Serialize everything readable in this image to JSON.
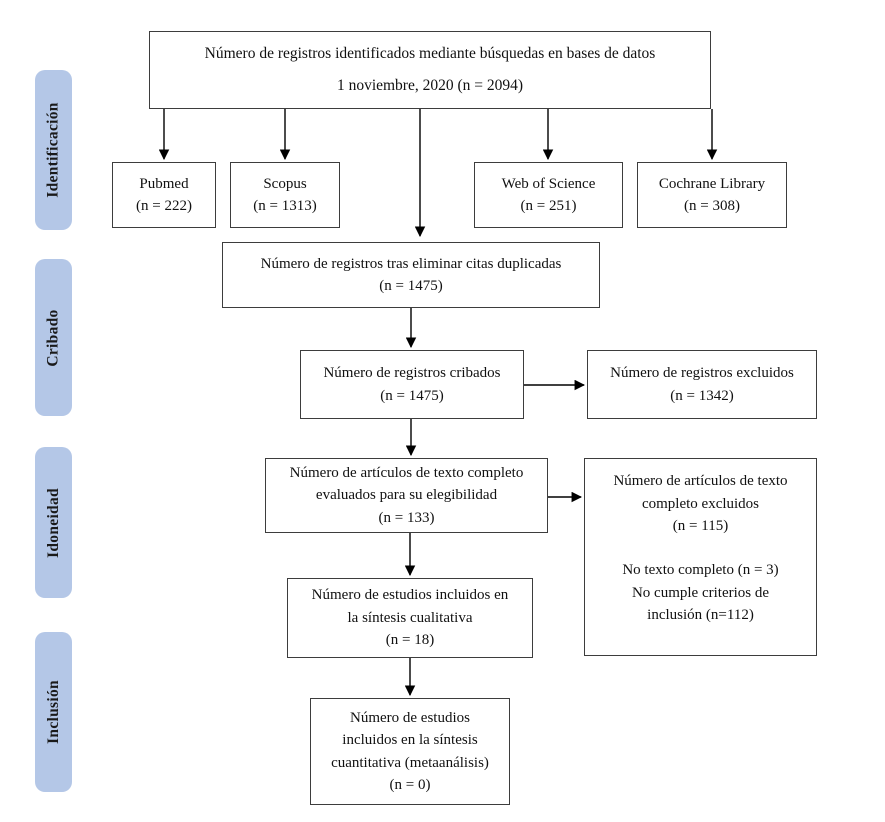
{
  "colors": {
    "background": "#ffffff",
    "stage_fill": "#b4c7e7",
    "stage_text": "#1a1a1a",
    "box_border": "#3d3d3d",
    "box_text": "#111111",
    "arrow": "#000000"
  },
  "stages": [
    {
      "label": "Identificación"
    },
    {
      "label": "Cribado"
    },
    {
      "label": "Idoneidad"
    },
    {
      "label": "Inclusión"
    }
  ],
  "boxes": {
    "identified": {
      "lines": [
        "Número de registros identificados mediante búsquedas en bases de datos",
        "1 noviembre, 2020 (n = 2094)"
      ]
    },
    "databases": [
      {
        "name": "Pubmed",
        "count": "(n = 222)"
      },
      {
        "name": "Scopus",
        "count": "(n = 1313)"
      },
      {
        "name": "Web of Science",
        "count": "(n = 251)"
      },
      {
        "name": "Cochrane Library",
        "count": "(n = 308)"
      }
    ],
    "deduplicated": {
      "lines": [
        "Número de registros tras eliminar citas duplicadas",
        "(n = 1475)"
      ]
    },
    "screened": {
      "lines": [
        "Número de registros cribados",
        "(n = 1475)"
      ]
    },
    "records_excluded": {
      "lines": [
        "Número de registros excluidos",
        "(n = 1342)"
      ]
    },
    "fulltext_assessed": {
      "lines": [
        "Número de artículos de texto completo",
        "evaluados para su elegibilidad",
        "(n = 133)"
      ]
    },
    "fulltext_excluded": {
      "lines": [
        "Número de artículos de texto",
        "completo excluidos",
        "(n = 115)",
        "",
        "No texto completo (n = 3)",
        "No cumple criterios de",
        "inclusión (n=112)"
      ]
    },
    "qualitative": {
      "lines": [
        "Número de estudios incluidos en",
        "la síntesis cualitativa",
        "(n = 18)"
      ]
    },
    "quantitative": {
      "lines": [
        "Número de estudios",
        "incluidos en la síntesis",
        "cuantitativa (metaanálisis)",
        "(n = 0)"
      ]
    }
  }
}
